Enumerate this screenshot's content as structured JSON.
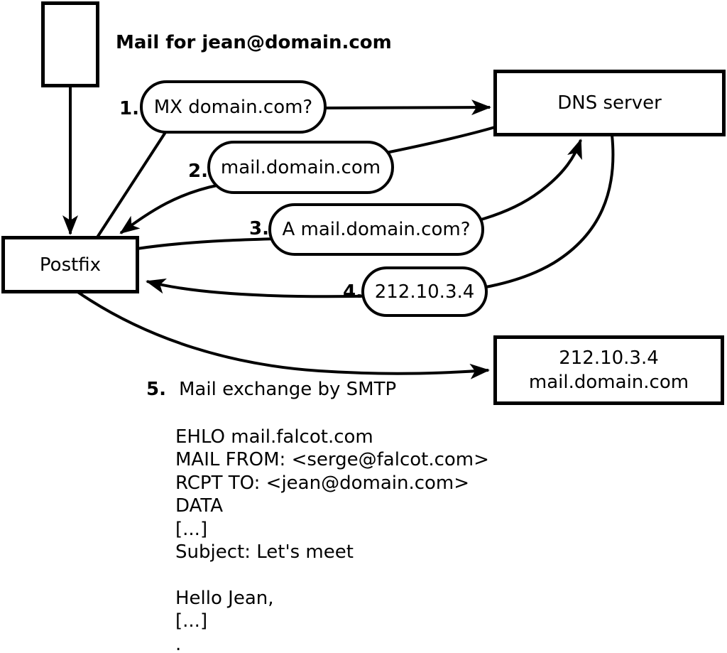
{
  "diagram": {
    "mail_label": "Mail for jean@domain.com",
    "nodes": {
      "postfix": "Postfix",
      "dns_server": "DNS server",
      "mail_server_line1": "212.10.3.4",
      "mail_server_line2": "mail.domain.com"
    },
    "steps": [
      {
        "num": "1.",
        "label": "MX domain.com?"
      },
      {
        "num": "2.",
        "label": "mail.domain.com"
      },
      {
        "num": "3.",
        "label": "A mail.domain.com?"
      },
      {
        "num": "4.",
        "label": "212.10.3.4"
      },
      {
        "num": "5.",
        "label": "Mail exchange by SMTP"
      }
    ],
    "smtp_session": {
      "lines": [
        "EHLO mail.falcot.com",
        "MAIL FROM: <serge@falcot.com>",
        "RCPT TO: <jean@domain.com>",
        "DATA",
        "[...]",
        "Subject: Let's meet",
        "",
        "Hello Jean,",
        "[...]",
        "."
      ]
    },
    "colors": {
      "stroke": "#000000",
      "background": "#ffffff"
    }
  }
}
